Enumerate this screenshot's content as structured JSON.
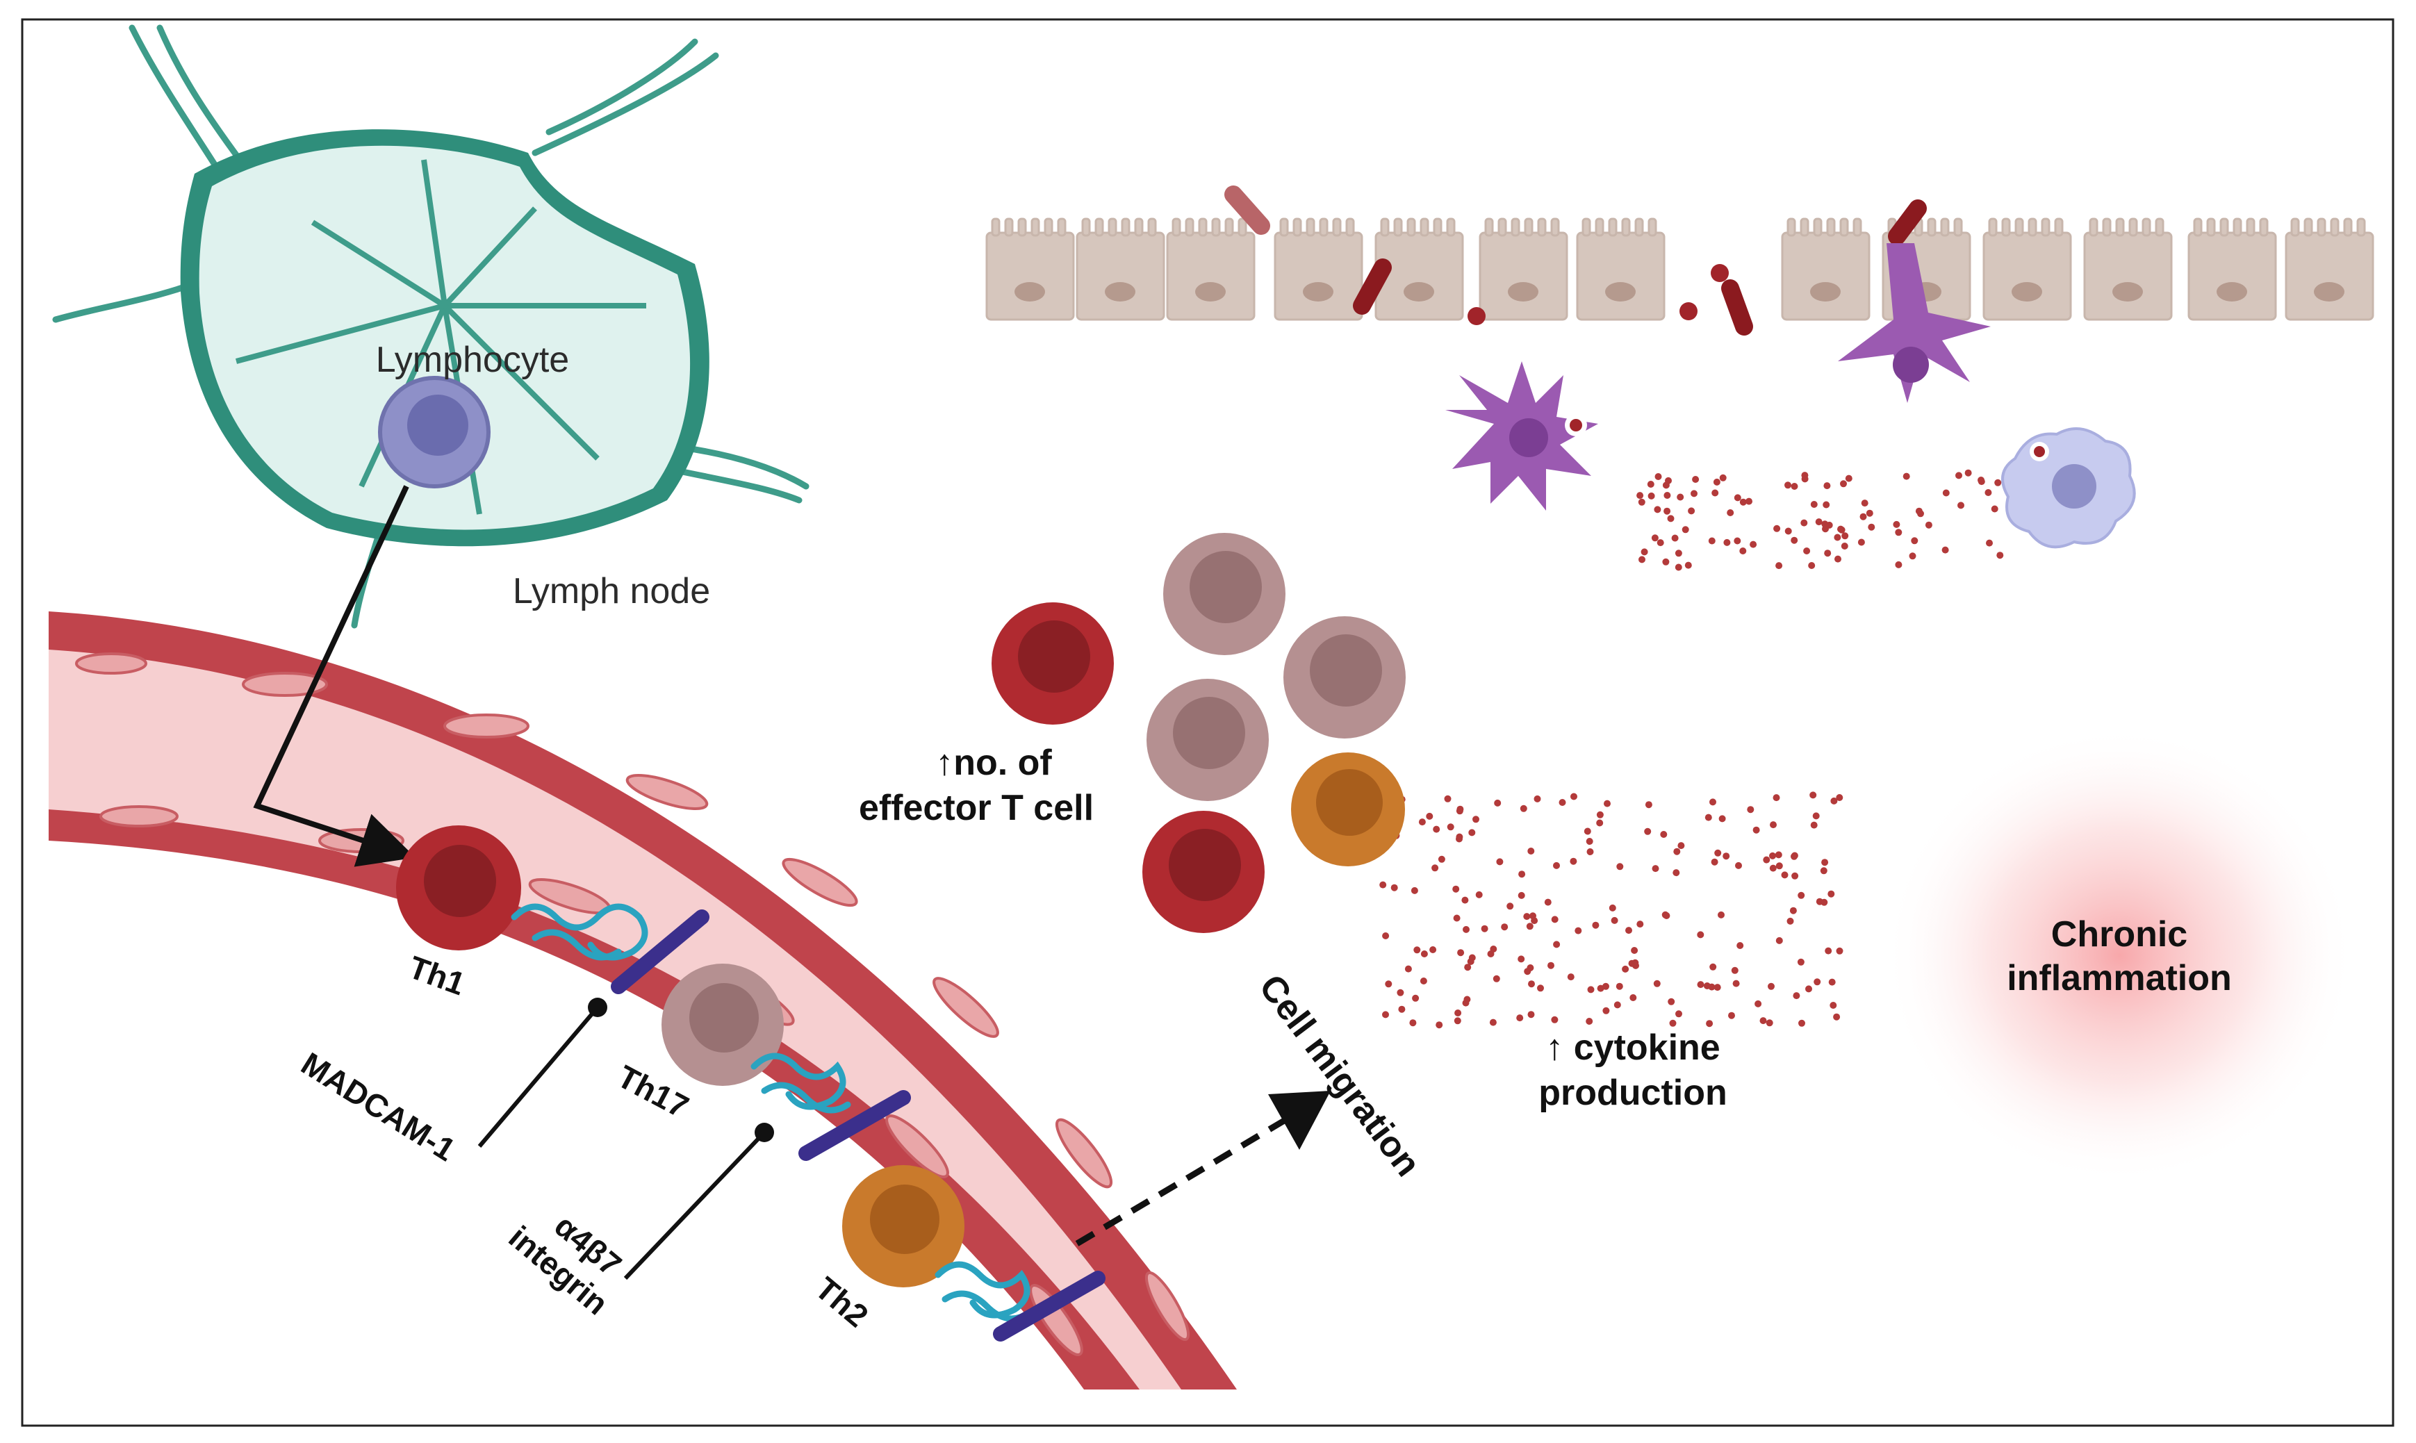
{
  "labels": {
    "lymphocyte": "Lymphocyte",
    "lymph_node": "Lymph node",
    "th1": "Th1",
    "th17": "Th17",
    "th2": "Th2",
    "madcam": "MADCAM-1",
    "integrin_line1": "α4β7",
    "integrin_line2": "integrin",
    "cell_migration": "Cell migration",
    "effector_line1": "↑no. of",
    "effector_line2": "effector T cell",
    "cytokine_line1": "↑ cytokine",
    "cytokine_line2": "production",
    "chronic_line1": "Chronic",
    "chronic_line2": "inflammation"
  },
  "colors": {
    "lymph_node": "#3e9c8a",
    "lymph_node_fill": "#dff2ee",
    "vessel_wall": "#c0444c",
    "vessel_lumen": "#f6cfd0",
    "th1": "#b02a30",
    "th17": "#b59091",
    "th2": "#c97a2c",
    "lymphocyte": "#8e90c8",
    "epithelium": "#d6c6bd",
    "dendritic_cell": "#9b5ab1",
    "integrin": "#2aa3c0",
    "madcam": "#3b2f8c",
    "cytokine": "#b33a3a",
    "inflammation_glow": "#f7a3a6"
  },
  "icons": {
    "lymph_node": "lymph-node-icon",
    "lymphocyte": "lymphocyte-icon",
    "blood_vessel": "blood-vessel-icon",
    "epithelium": "intestinal-epithelium-icon",
    "bacteria": "bacteria-icon",
    "dendritic_cell": "dendritic-cell-icon",
    "macrophage": "macrophage-icon",
    "integrin": "integrin-icon",
    "madcam": "madcam-receptor-icon"
  }
}
